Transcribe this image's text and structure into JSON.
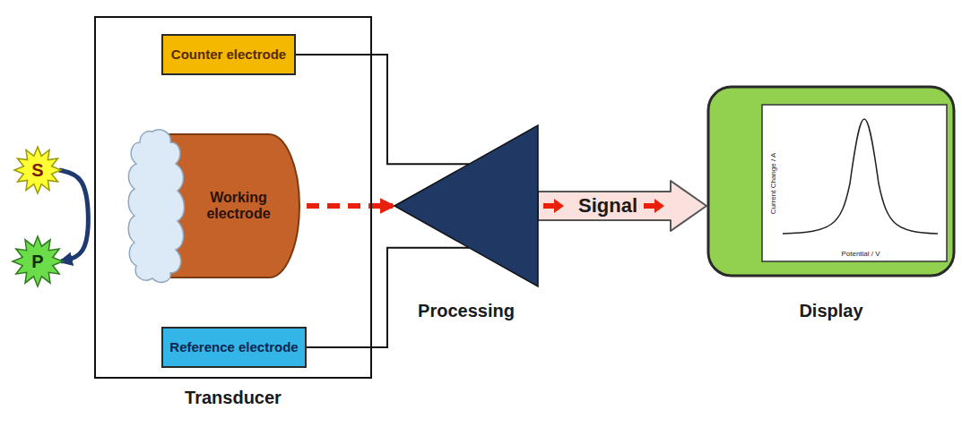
{
  "diagram": {
    "nodes": [
      {
        "text": [
          "S"
        ]
      },
      {
        "text": [
          "P"
        ]
      },
      {
        "text": [
          "Transducer"
        ]
      },
      {
        "text": [
          "Counter electrode"
        ],
        "in": 2
      },
      {
        "text": [
          "Working electrode"
        ],
        "in": 2
      },
      {
        "text": [
          "Reference electrode"
        ],
        "in": 2
      },
      {
        "text": [
          "Processing"
        ]
      },
      {
        "text": [
          "Display"
        ]
      }
    ],
    "edges": [
      {
        "from": 0,
        "to": 1,
        "arrow": "to"
      },
      {
        "from": 3,
        "to": 6,
        "arrow": "none"
      },
      {
        "from": 4,
        "to": 6,
        "arrow": "to"
      },
      {
        "from": 5,
        "to": 6,
        "arrow": "none"
      },
      {
        "from": 6,
        "to": 7,
        "label": "Signal",
        "arrow": "to"
      }
    ],
    "labels": [
      "Current Change / A",
      "Potential / V"
    ]
  }
}
